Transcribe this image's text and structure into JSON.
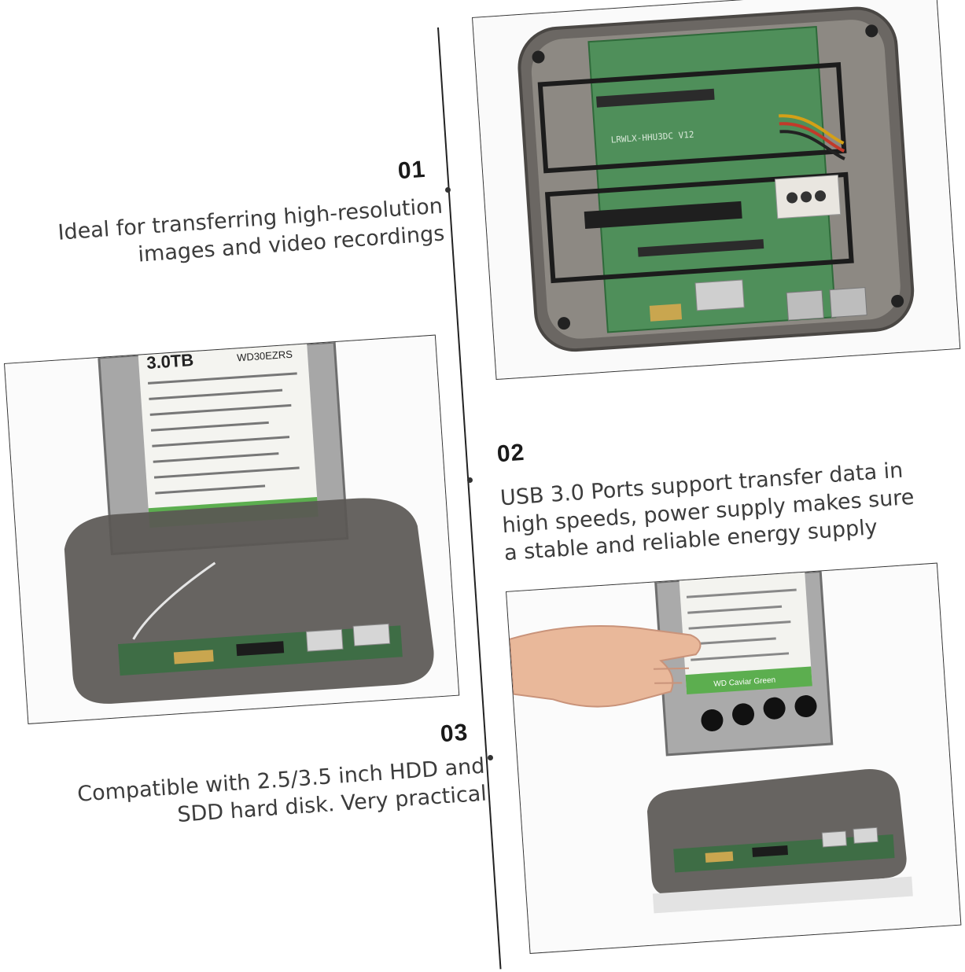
{
  "features": [
    {
      "number": "01",
      "lines": [
        "Ideal for transferring high-resolution",
        "images and video recordings"
      ]
    },
    {
      "number": "02",
      "lines": [
        "USB 3.0 Ports support transfer data in",
        "high speeds, power supply makes sure",
        "a stable and reliable energy supply"
      ]
    },
    {
      "number": "03",
      "lines": [
        "Compatible with 2.5/3.5 inch HDD and",
        "SDD hard disk. Very practical"
      ]
    }
  ],
  "photos": {
    "top_board_label": "LRWLX-HHU3DC V12",
    "hdd_label_capacity": "3.0TB",
    "hdd_label_model": "WD30EZRS",
    "hdd_brand": "WD Caviar Green"
  }
}
